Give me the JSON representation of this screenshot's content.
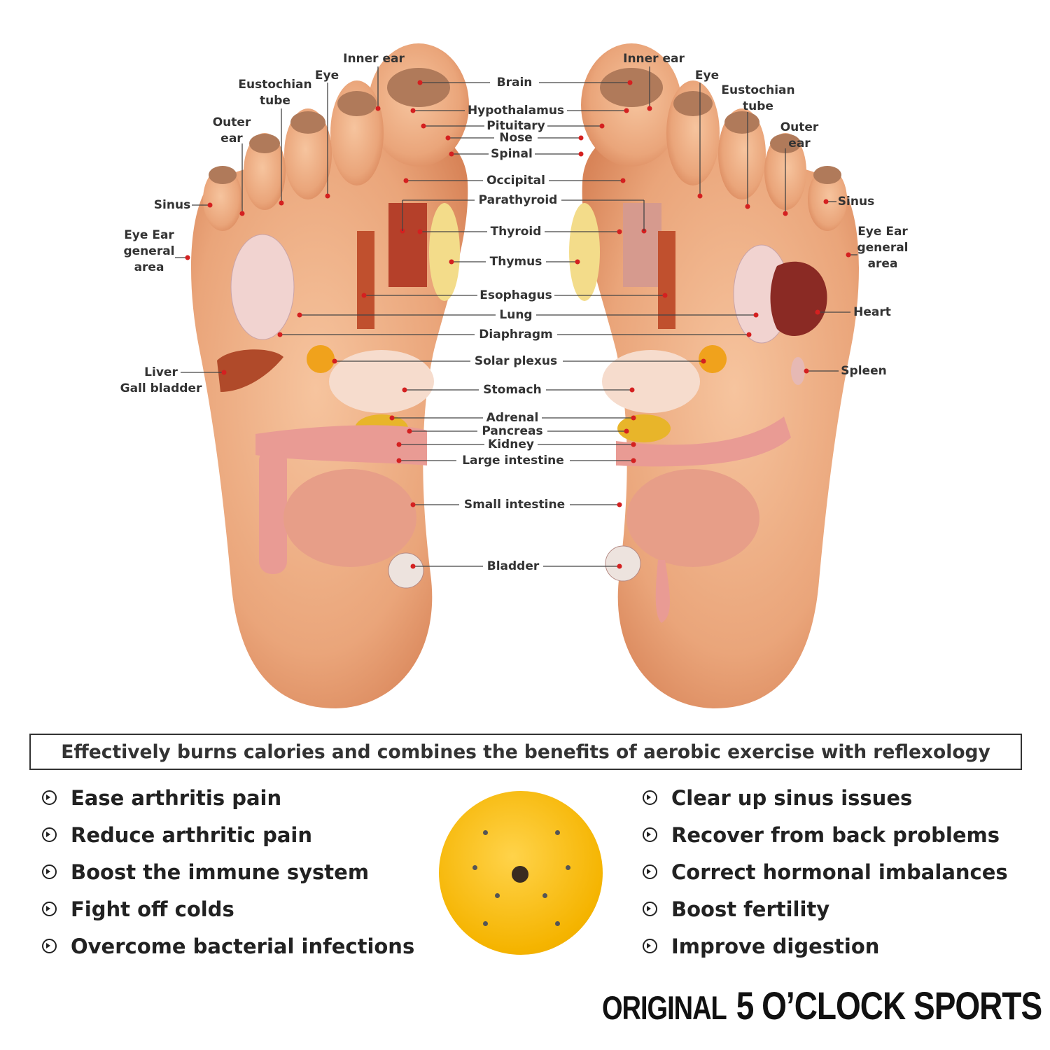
{
  "diagram": {
    "center_labels": {
      "brain": "Brain",
      "hypothalamus": "Hypothalamus",
      "pituitary": "Pituitary",
      "nose": "Nose",
      "spinal": "Spinal",
      "occipital": "Occipital",
      "parathyroid": "Parathyroid",
      "thyroid": "Thyroid",
      "thymus": "Thymus",
      "esophagus": "Esophagus",
      "lung": "Lung",
      "diaphragm": "Diaphragm",
      "solar_plexus": "Solar plexus",
      "stomach": "Stomach",
      "adrenal": "Adrenal",
      "pancreas": "Pancreas",
      "kidney": "Kidney",
      "large_intestine": "Large intestine",
      "small_intestine": "Small intestine",
      "bladder": "Bladder"
    },
    "left_labels": {
      "inner_ear": "Inner ear",
      "eye": "Eye",
      "eustochian_1": "Eustochian",
      "eustochian_2": "tube",
      "outer_ear_1": "Outer",
      "outer_ear_2": "ear",
      "sinus": "Sinus",
      "eye_ear_1": "Eye Ear",
      "eye_ear_2": "general",
      "eye_ear_3": "area",
      "liver": "Liver",
      "gall_bladder": "Gall bladder"
    },
    "right_labels": {
      "inner_ear": "Inner ear",
      "eye": "Eye",
      "eustochian_1": "Eustochian",
      "eustochian_2": "tube",
      "outer_ear_1": "Outer",
      "outer_ear_2": "ear",
      "sinus": "Sinus",
      "eye_ear_1": "Eye Ear",
      "eye_ear_2": "general",
      "eye_ear_3": "area",
      "heart": "Heart",
      "spleen": "Spleen"
    }
  },
  "tagline": "Effectively burns calories and combines the benefits of aerobic exercise with reflexology",
  "benefits_left": [
    "Ease arthritis pain",
    "Reduce arthritic pain",
    "Boost the immune system",
    "Fight off colds",
    "Overcome bacterial infections"
  ],
  "benefits_right": [
    "Clear up sinus issues",
    "Recover from back problems",
    "Correct hormonal imbalances",
    "Boost fertility",
    "Improve digestion"
  ],
  "brand": {
    "prefix": "ORIGINAL",
    "name": "5 O’CLOCK SPORTS"
  },
  "colors": {
    "skin": "#eaa57a",
    "disc": "#f5b400",
    "leader_dot": "#d42020",
    "text": "#333333"
  }
}
